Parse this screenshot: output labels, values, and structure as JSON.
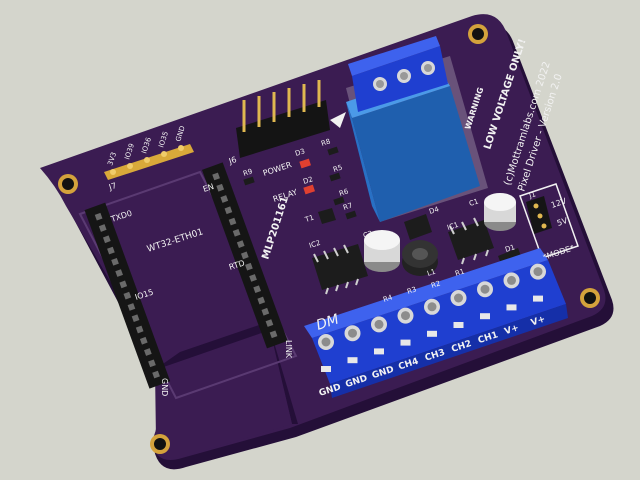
{
  "colors": {
    "background": "#d4d5cc",
    "pcb": "#3b1c52",
    "pcb_edge": "#2a1240",
    "silkscreen": "#f2f2f2",
    "terminal_blue": "#1f3fd0",
    "relay_blue": "#2f7ed8",
    "pin_gold": "#d9a93a"
  },
  "board": {
    "module_name": "WT32-ETH01",
    "chip_name": "MLP201161",
    "warning_title": "WARNING",
    "warning_text": "LOW VOLTAGE ONLY!",
    "credit_line": "(c)Mottramlabs.com 2022",
    "version_line": "Pixel Driver - Version 2.0",
    "logo_text": "DM",
    "connector_labels": {
      "j6": "J6",
      "j7": "J7",
      "link": "LINK",
      "en": "EN",
      "rtd": "RTD",
      "txd0": "TXD0",
      "io15": "IO15",
      "gnd_side": "GND"
    },
    "j7_pins": [
      "3V3",
      "IO39",
      "IO36",
      "IO35",
      "GND"
    ],
    "mode_switch": {
      "label": "*MODE*",
      "high": "12V",
      "low": "5V",
      "ref": "J1"
    },
    "leds": {
      "power": "POWER",
      "relay": "RELAY",
      "power_ref": "D3",
      "relay_ref": "D2"
    },
    "components": [
      "R8",
      "R9",
      "R5",
      "R6",
      "R7",
      "T1",
      "IC2",
      "IC1",
      "C2",
      "C1",
      "D4",
      "L1",
      "R1",
      "D1",
      "R4",
      "R3",
      "R2"
    ],
    "terminal_labels": [
      "GND",
      "GND",
      "GND",
      "CH4",
      "CH3",
      "CH2",
      "CH1",
      "V+",
      "V+"
    ]
  }
}
